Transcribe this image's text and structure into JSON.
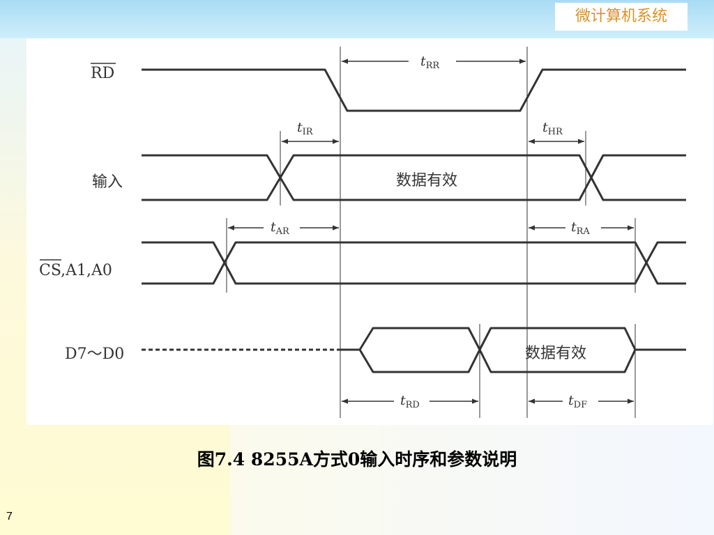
{
  "header": {
    "badge": "微计算机系统"
  },
  "diagram": {
    "signals": [
      {
        "id": "rd",
        "label": "RD",
        "overline": true
      },
      {
        "id": "input",
        "label": "输入"
      },
      {
        "id": "cs",
        "label": "CS,A1,A0",
        "overline_part": "CS",
        "rest": ",A1,A0"
      },
      {
        "id": "data",
        "label": "D7～D0"
      }
    ],
    "input_region_label": "数据有效",
    "data_region_label": "数据有效",
    "parameters": {
      "trr": {
        "t": "t",
        "sub": "RR"
      },
      "tir": {
        "t": "t",
        "sub": "IR"
      },
      "thr": {
        "t": "t",
        "sub": "HR"
      },
      "tar": {
        "t": "t",
        "sub": "AR"
      },
      "tra": {
        "t": "t",
        "sub": "RA"
      },
      "trd": {
        "t": "t",
        "sub": "RD"
      },
      "tdf": {
        "t": "t",
        "sub": "DF"
      }
    }
  },
  "caption": "图7.4 8255A方式0输入时序和参数说明",
  "page_number": "7",
  "colors": {
    "banner": "#aee0f5",
    "badge_text": "#d9922b",
    "line": "#333333",
    "cream": "#fffbd8"
  }
}
